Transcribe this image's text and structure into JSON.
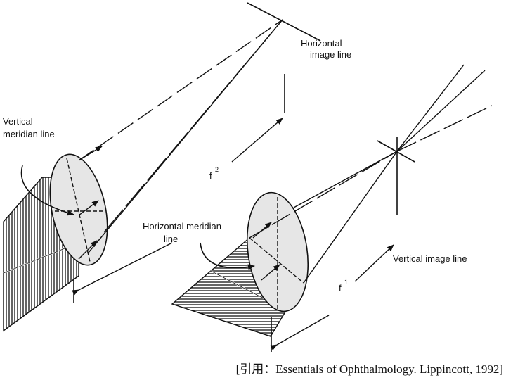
{
  "labels": {
    "horizontal_image_line": [
      "Horizontal",
      "image line"
    ],
    "vertical_meridian_line": [
      "Vertical",
      "meridian line"
    ],
    "horizontal_meridian_line": [
      "Horizontal meridian",
      "line"
    ],
    "vertical_image_line": "Vertical image line",
    "f2": "f",
    "f2_sup": "2",
    "f1": "f",
    "f1_sup": "1"
  },
  "citation": "[引用：Essentials of Ophthalmology. Lippincott, 1992]",
  "colors": {
    "line": "#1a1a1a",
    "lens_fill": "#e6e6e6"
  }
}
